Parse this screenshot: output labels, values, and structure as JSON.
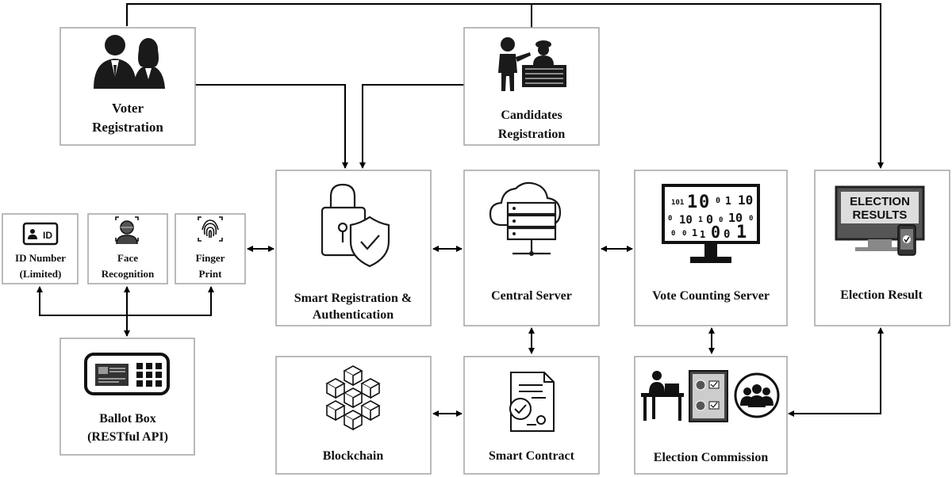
{
  "nodes": {
    "voter_registration": {
      "line1": "Voter",
      "line2": "Registration",
      "icon": "voter-people-icon"
    },
    "candidates_registration": {
      "line1": "Candidates",
      "line2": "Registration",
      "icon": "candidates-desk-icon"
    },
    "smart_registration": {
      "line1": "Smart Registration &",
      "line2": "Authentication",
      "icon": "lock-shield-icon"
    },
    "central_server": {
      "label": "Central Server",
      "icon": "cloud-server-icon"
    },
    "vote_counting_server": {
      "label": "Vote Counting Server",
      "icon": "binary-monitor-icon"
    },
    "election_result": {
      "label": "Election Result",
      "icon": "election-results-monitor-icon",
      "screen_line1": "ELECTION",
      "screen_line2": "RESULTS"
    },
    "id_number": {
      "line1": "ID Number",
      "line2": "(Limited)",
      "icon": "id-card-icon",
      "badge": "ID"
    },
    "face_recognition": {
      "line1": "Face",
      "line2": "Recognition",
      "icon": "face-scan-icon"
    },
    "finger_print": {
      "line1": "Finger",
      "line2": "Print",
      "icon": "fingerprint-icon"
    },
    "ballot_box": {
      "line1": "Ballot Box",
      "line2": "(RESTful API)",
      "icon": "ballot-machine-icon"
    },
    "blockchain": {
      "label": "Blockchain",
      "icon": "blockchain-cubes-icon"
    },
    "smart_contract": {
      "label": "Smart Contract",
      "icon": "contract-check-icon"
    },
    "election_commission": {
      "label": "Election Commission",
      "icon": "commission-icons"
    }
  }
}
